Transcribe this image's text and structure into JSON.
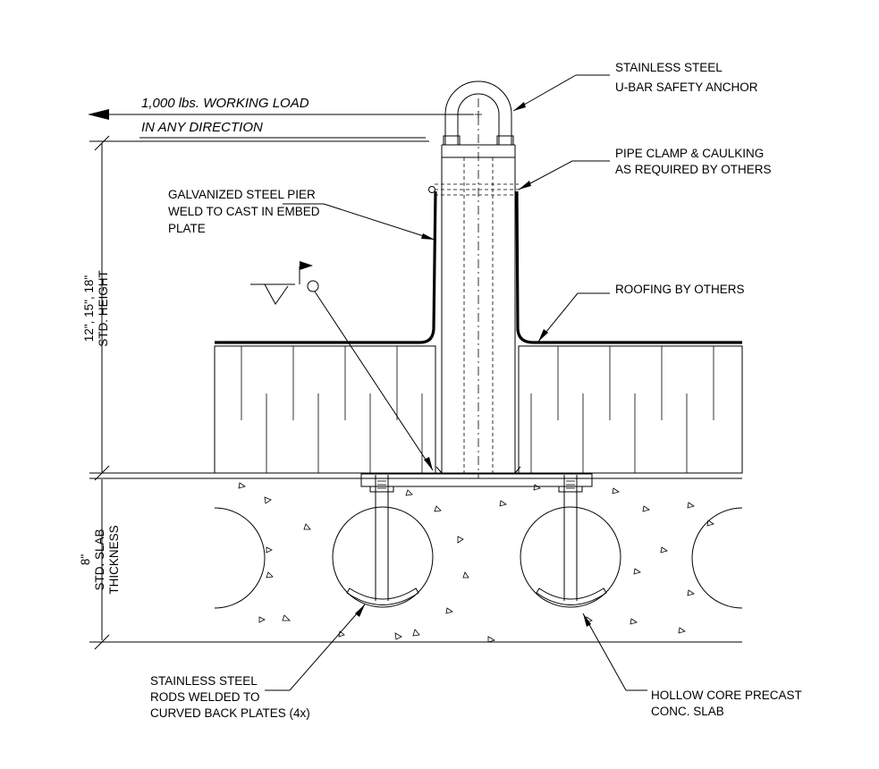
{
  "labels": {
    "working_load_line1": "1,000 lbs. WORKING LOAD",
    "working_load_line2": "IN ANY DIRECTION",
    "anchor_line1": "STAINLESS STEEL",
    "anchor_line2": "U-BAR SAFETY ANCHOR",
    "clamp_line1": "PIPE CLAMP & CAULKING",
    "clamp_line2": "AS REQUIRED BY OTHERS",
    "pier_line1": "GALVANIZED STEEL PIER",
    "pier_line2": "WELD TO CAST IN EMBED",
    "pier_line3": "PLATE",
    "roofing": "ROOFING BY OTHERS",
    "height_line1": "12\", 15\", 18\"",
    "height_line2": "STD. HEIGHT",
    "slab_line1": "8\"",
    "slab_line2": "STD. SLAB",
    "slab_line3": "THICKNESS",
    "rods_line1": "STAINLESS STEEL",
    "rods_line2": "RODS WELDED TO",
    "rods_line3": "CURVED BACK PLATES (4x)",
    "hollow_line1": "HOLLOW CORE PRECAST",
    "hollow_line2": "CONC. SLAB"
  }
}
